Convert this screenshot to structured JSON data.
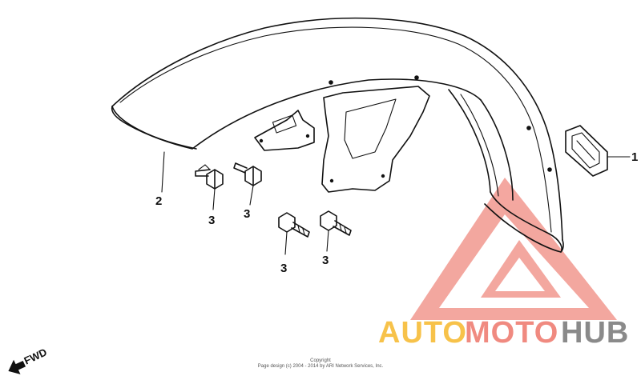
{
  "diagram": {
    "callouts": {
      "c1": "1",
      "c2": "2",
      "c3a": "3",
      "c3b": "3",
      "c3c": "3",
      "c3d": "3"
    },
    "direction_label": "FWD",
    "copyright": {
      "line1": "Copyright",
      "line2": "Page design (c) 2004 - 2014 by ARI Network Services, Inc."
    },
    "watermark": {
      "part1": "AUTO",
      "part2": "MOTO",
      "part3": "HUB",
      "colors": {
        "yellow": "#f7c24a",
        "red": "#f08a80",
        "gray": "#8a8a8a"
      }
    }
  }
}
